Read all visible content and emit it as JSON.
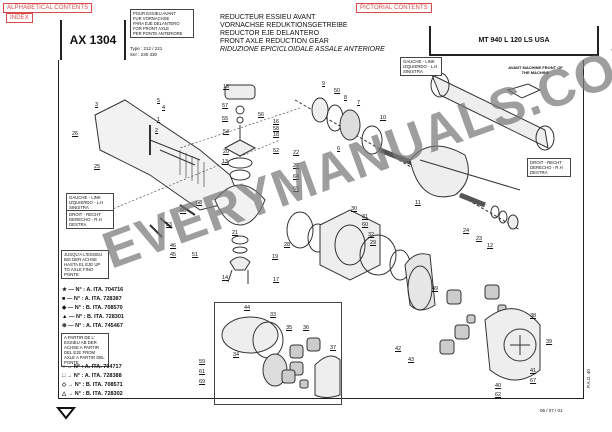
{
  "nav": {
    "alphabetical": "ALPHABETICAL CONTENTS",
    "index": "INDEX",
    "pictorial": "PICTORIAL CONTENTS"
  },
  "header": {
    "code": "AX 1304",
    "applies_to": [
      "POUR ESSIEU AVANT",
      "FUR VORNACHSE",
      "PARA EJE DELANTERO",
      "FOR FRONT AXLE",
      "PER PONTE ANTERIORE"
    ],
    "type_label": "Type : 212 / 221",
    "ser_label": "Ser : 230 330",
    "titles": [
      "REDUCTEUR ESSIEU AVANT",
      "VORNACHSE REDUKTIONSGETREIBE",
      "REDUCTOR EJE DELANTERO",
      "FRONT AXLE REDUCTION GEAR",
      "RIDUZIONE EPICICLOIDALE ASSALE ANTERIORE"
    ],
    "model": "MT 940 L 120 LS USA"
  },
  "legend": {
    "left_side": "GAUCHE - LINK IZQUIERDO - L.H SINISTRA",
    "right_side": "DROIT - RECHT DERECHO - R.H DESTRA",
    "up_to_axle": "JUSQU'A L'ESSIEU BIS DER ACHSE HASTA EL EJE UP TO AXLE FINO PONTE",
    "up_to_refs": [
      "★ — N° : A. ITA. 704716",
      "■ — N° : A. ITA. 728387",
      "◆ — N° : B. ITA. 708570",
      "▲ — N° : B. ITA. 728301",
      "⊛ — N° : A. ITA. 745467"
    ],
    "from_axle": "A PARTIR DE L' ESSIEU AB DER ACHSE A PARTIR DEL EJE FROM AXLE A PARTIR DEL PONTE",
    "from_refs": [
      "○ → N° : A. ITA. 704717",
      "□ → N° : A. ITA. 728388",
      "◇ → N° : B. ITA. 708571",
      "△ → N° : B. ITA. 728302"
    ]
  },
  "inset": {
    "front_label": "AVANT MACHINE FRONT OF THE MACHINE",
    "left_side": "GAUCHE - LINK IZQUIERDO - L.H SINISTRA",
    "right_side": "DROIT - RECHT DERECHO - R.H DESTRA"
  },
  "callouts": [
    "1",
    "2",
    "3",
    "4",
    "5",
    "6",
    "7",
    "8",
    "9",
    "10",
    "11",
    "12",
    "13",
    "14",
    "15",
    "16",
    "17",
    "18",
    "19",
    "20",
    "21",
    "22",
    "23",
    "24",
    "25",
    "26",
    "27",
    "28",
    "29",
    "30",
    "31",
    "32",
    "33",
    "34",
    "35",
    "36",
    "37",
    "38",
    "39",
    "40",
    "41",
    "42",
    "43",
    "44",
    "45",
    "46",
    "49",
    "50",
    "51",
    "52",
    "53",
    "54",
    "55",
    "56",
    "57",
    "58",
    "59",
    "60",
    "61",
    "62",
    "64",
    "65",
    "66",
    "67",
    "68",
    "69"
  ],
  "watermark": "EVERYMANUALS.COM",
  "footer": {
    "date": "06 / 07 / 01",
    "code": "P.A.O. 40"
  }
}
